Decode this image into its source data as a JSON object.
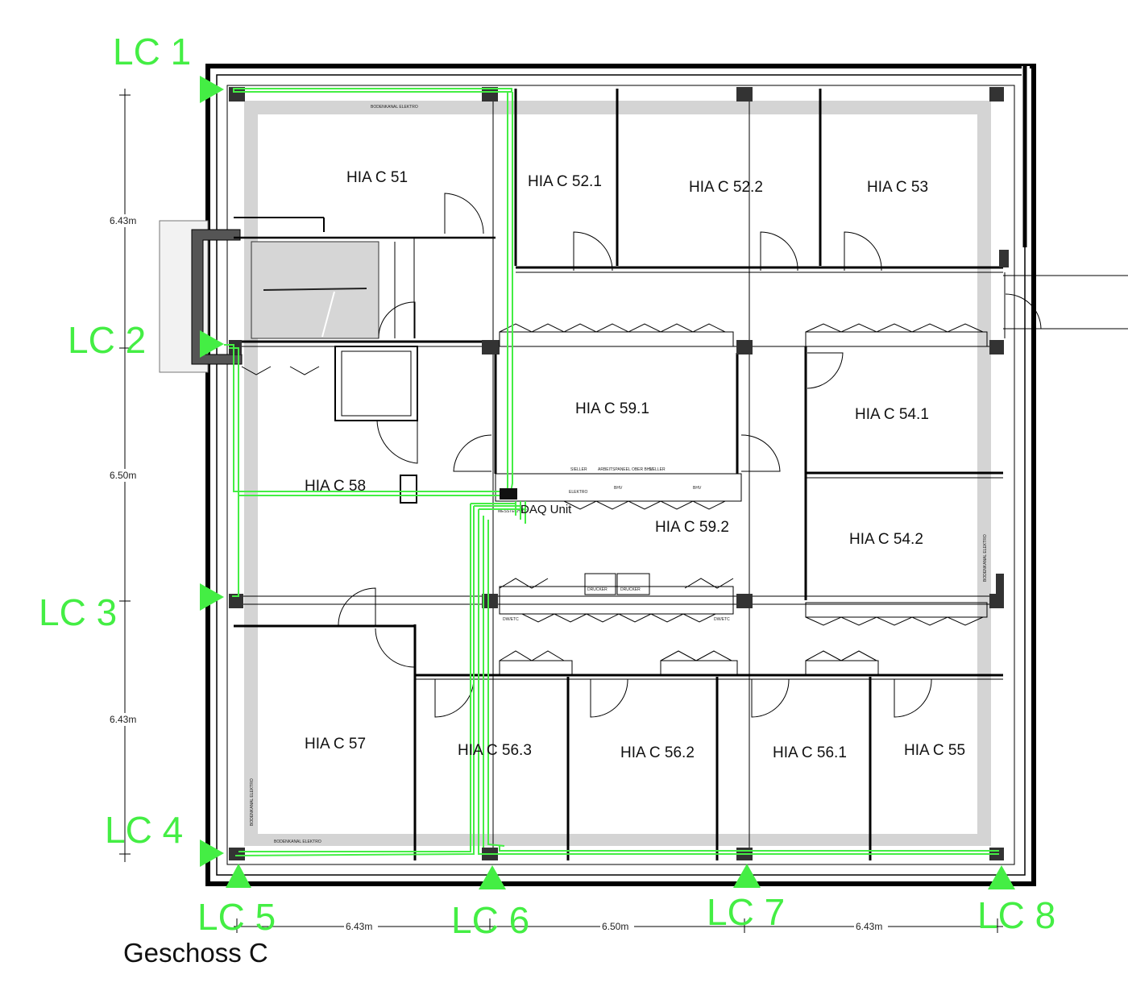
{
  "title": "Geschoss C",
  "accent_color": "#44ee44",
  "rooms": [
    {
      "label": "HIA C 51"
    },
    {
      "label": "HIA C 52.1"
    },
    {
      "label": "HIA C 52.2"
    },
    {
      "label": "HIA C 53"
    },
    {
      "label": "HIA C 59.1"
    },
    {
      "label": "HIA C 54.1"
    },
    {
      "label": "HIA C 58"
    },
    {
      "label": "HIA C 59.2"
    },
    {
      "label": "HIA C 54.2"
    },
    {
      "label": "HIA C 57"
    },
    {
      "label": "HIA C 56.3"
    },
    {
      "label": "HIA C 56.2"
    },
    {
      "label": "HIA C 56.1"
    },
    {
      "label": "HIA C 55"
    }
  ],
  "load_cells": [
    {
      "label": "LC 1"
    },
    {
      "label": "LC 2"
    },
    {
      "label": "LC 3"
    },
    {
      "label": "LC 4"
    },
    {
      "label": "LC 5"
    },
    {
      "label": "LC 6"
    },
    {
      "label": "LC 7"
    },
    {
      "label": "LC 8"
    }
  ],
  "daq_label": "DAQ Unit",
  "dimensions": {
    "vertical": [
      "6.43m",
      "6.50m",
      "6.43m"
    ],
    "horizontal": [
      "6.43m",
      "6.50m",
      "6.43m"
    ]
  },
  "annotations": {
    "floor_channel": "BODENKANAL ELEKTRO",
    "printer": "DRUCKER",
    "wc": "DW/ETC",
    "sink": "SIELLER",
    "elektro": "ELEKTRO",
    "counter": "ARBEITSPANEEL OBER BHV",
    "bhv": "BHV",
    "messtechnik": "MESSTECHNIK"
  }
}
